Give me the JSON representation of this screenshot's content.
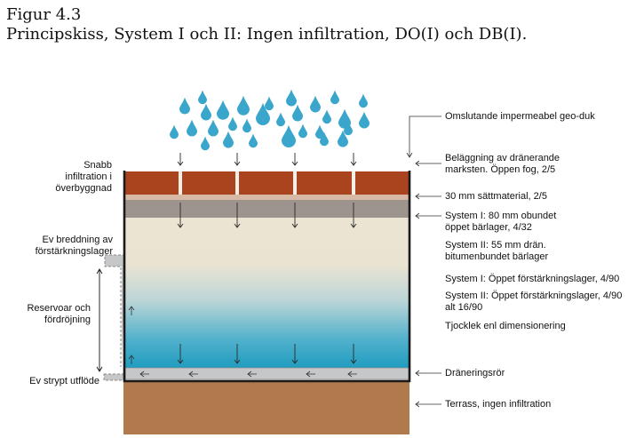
{
  "header": {
    "figure_number": "Figur 4.3",
    "caption": "Principskiss, System I och II: Ingen infiltration, DO(I) och DB(I)."
  },
  "left_labels": {
    "fast_infiltration": "Snabb\ninfiltration i\növerbyggnad",
    "spread": "Ev breddning av\nförstärkningslager",
    "reservoir": "Reservoar och\nfördröjning",
    "outflow": "Ev strypt utflöde"
  },
  "right_labels": {
    "membrane": "Omslutande impermeabel geo-duk",
    "surface": "Beläggning av dränerande\nmarksten. Öppen fog, 2/5",
    "bedding": "30 mm sättmaterial, 2/5",
    "base_sys1": "System I: 80 mm obundet\nöppet bärlager, 4/32",
    "base_sys2": "System II: 55 mm drän.\nbitumenbundet bärlager",
    "subbase_sys1": "System I: Öppet förstärkningslager, 4/90",
    "subbase_sys2": "System II: Öppet förstärkningslager, 4/90\nalt 16/90",
    "thickness": "Tjocklek enl dimensionering",
    "drain_pipe": "Dräneringsrör",
    "subgrade": "Terrass, ingen infiltration"
  },
  "colors": {
    "paving": "#a9441e",
    "bedding": "#d8b9a6",
    "base_layer": "#9d948d",
    "subbase_top": "#ebe4d3",
    "subbase_bottom": "#1f9cc0",
    "subgrade": "#b07a4c",
    "drain": "#c6c7c9",
    "raindrop": "#3aa6cb",
    "membrane": "#1a1a1a"
  }
}
